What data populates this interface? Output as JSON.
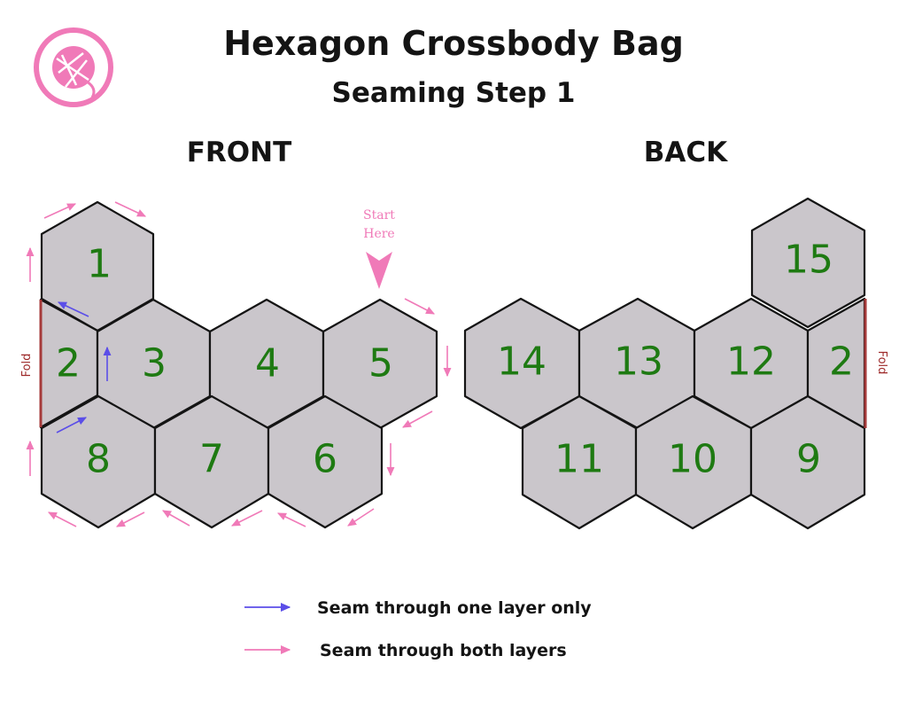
{
  "header": {
    "title": "Hexagon Crossbody Bag",
    "subtitle": "Seaming Step 1"
  },
  "colors": {
    "hex_fill": "#cac6cb",
    "hex_stroke": "#141414",
    "number": "#1e7a12",
    "pink": "#f07ab8",
    "blue": "#5b4ee8",
    "fold_line": "#a53a3a",
    "logo": "#f07ab8"
  },
  "front": {
    "label": "FRONT",
    "fold_label": "Fold",
    "start_label_line1": "Start",
    "start_label_line2": "Here",
    "hexagons": [
      "1",
      "2",
      "3",
      "4",
      "5",
      "8",
      "7",
      "6"
    ]
  },
  "back": {
    "label": "BACK",
    "fold_label": "Fold",
    "hexagons": [
      "15",
      "14",
      "13",
      "12",
      "2",
      "11",
      "10",
      "9"
    ]
  },
  "legend": [
    {
      "color": "blue",
      "label": "Seam through one layer only"
    },
    {
      "color": "pink",
      "label": "Seam through both layers"
    }
  ]
}
